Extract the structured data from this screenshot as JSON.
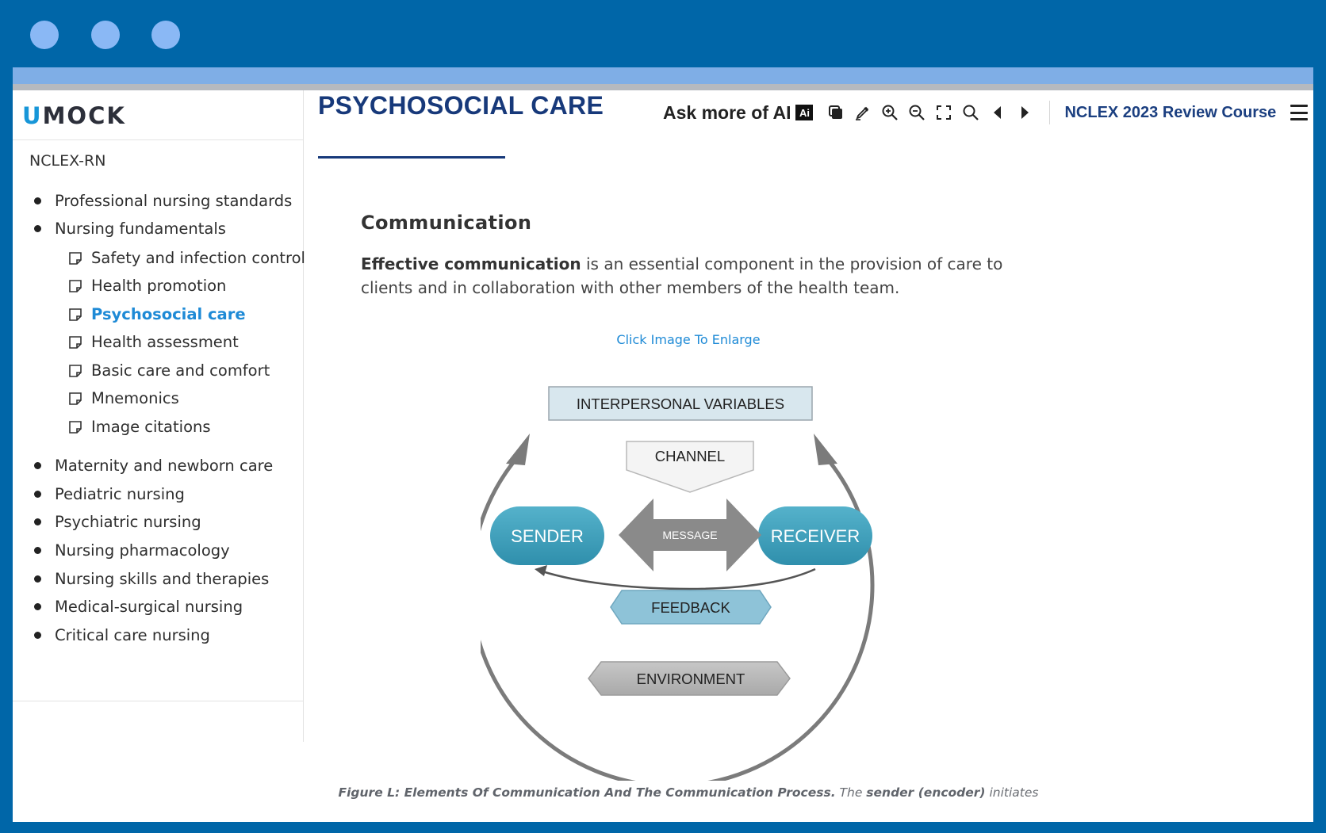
{
  "window": {
    "controls": [
      "window-dot-1",
      "window-dot-2",
      "window-dot-3"
    ]
  },
  "sidebar": {
    "logo_first": "U",
    "logo_rest": "MOCK",
    "breadcrumb": "NCLEX-RN",
    "items": [
      {
        "label": "Professional nursing standards"
      },
      {
        "label": "Nursing fundamentals"
      },
      {
        "label": "Maternity and newborn care"
      },
      {
        "label": "Pediatric nursing"
      },
      {
        "label": "Psychiatric nursing"
      },
      {
        "label": "Nursing pharmacology"
      },
      {
        "label": "Nursing skills and therapies"
      },
      {
        "label": "Medical-surgical nursing"
      },
      {
        "label": "Critical care nursing"
      }
    ],
    "subitems": [
      {
        "label": "Safety and infection control"
      },
      {
        "label": "Health promotion"
      },
      {
        "label": "Psychosocial care",
        "active": true
      },
      {
        "label": "Health assessment"
      },
      {
        "label": "Basic care and comfort"
      },
      {
        "label": "Mnemonics"
      },
      {
        "label": "Image citations"
      }
    ]
  },
  "header": {
    "title": "PSYCHOSOCIAL CARE",
    "ask_ai": "Ask more of AI",
    "ai_badge": "Ai",
    "course": "NCLEX 2023 Review Course",
    "tools": [
      "copy-icon",
      "highlighter-icon",
      "zoom-in-icon",
      "zoom-out-icon",
      "fullscreen-icon",
      "search-icon",
      "previous-icon",
      "next-icon",
      "menu-icon"
    ]
  },
  "content": {
    "heading": "Communication",
    "para_bold": "Effective communication",
    "para_rest": " is an essential component in the provision of care to clients and in collaboration with other members of the health team.",
    "enlarge": "Click Image To Enlarge",
    "diagram": {
      "interpersonal": "INTERPERSONAL VARIABLES",
      "channel": "CHANNEL",
      "sender": "SENDER",
      "message": "MESSAGE",
      "receiver": "RECEIVER",
      "feedback": "FEEDBACK",
      "environment": "ENVIRONMENT"
    },
    "caption_bold": "Figure L: Elements Of Communication And The Communication Process.",
    "caption_text_1": " The ",
    "caption_bold_2": "sender (encoder)",
    "caption_text_2": " initiates"
  },
  "colors": {
    "frame": "#0066a8",
    "title": "#17397a",
    "link": "#1e8ad6",
    "teal": "#3fa3be",
    "feedback": "#8ec3d8"
  }
}
